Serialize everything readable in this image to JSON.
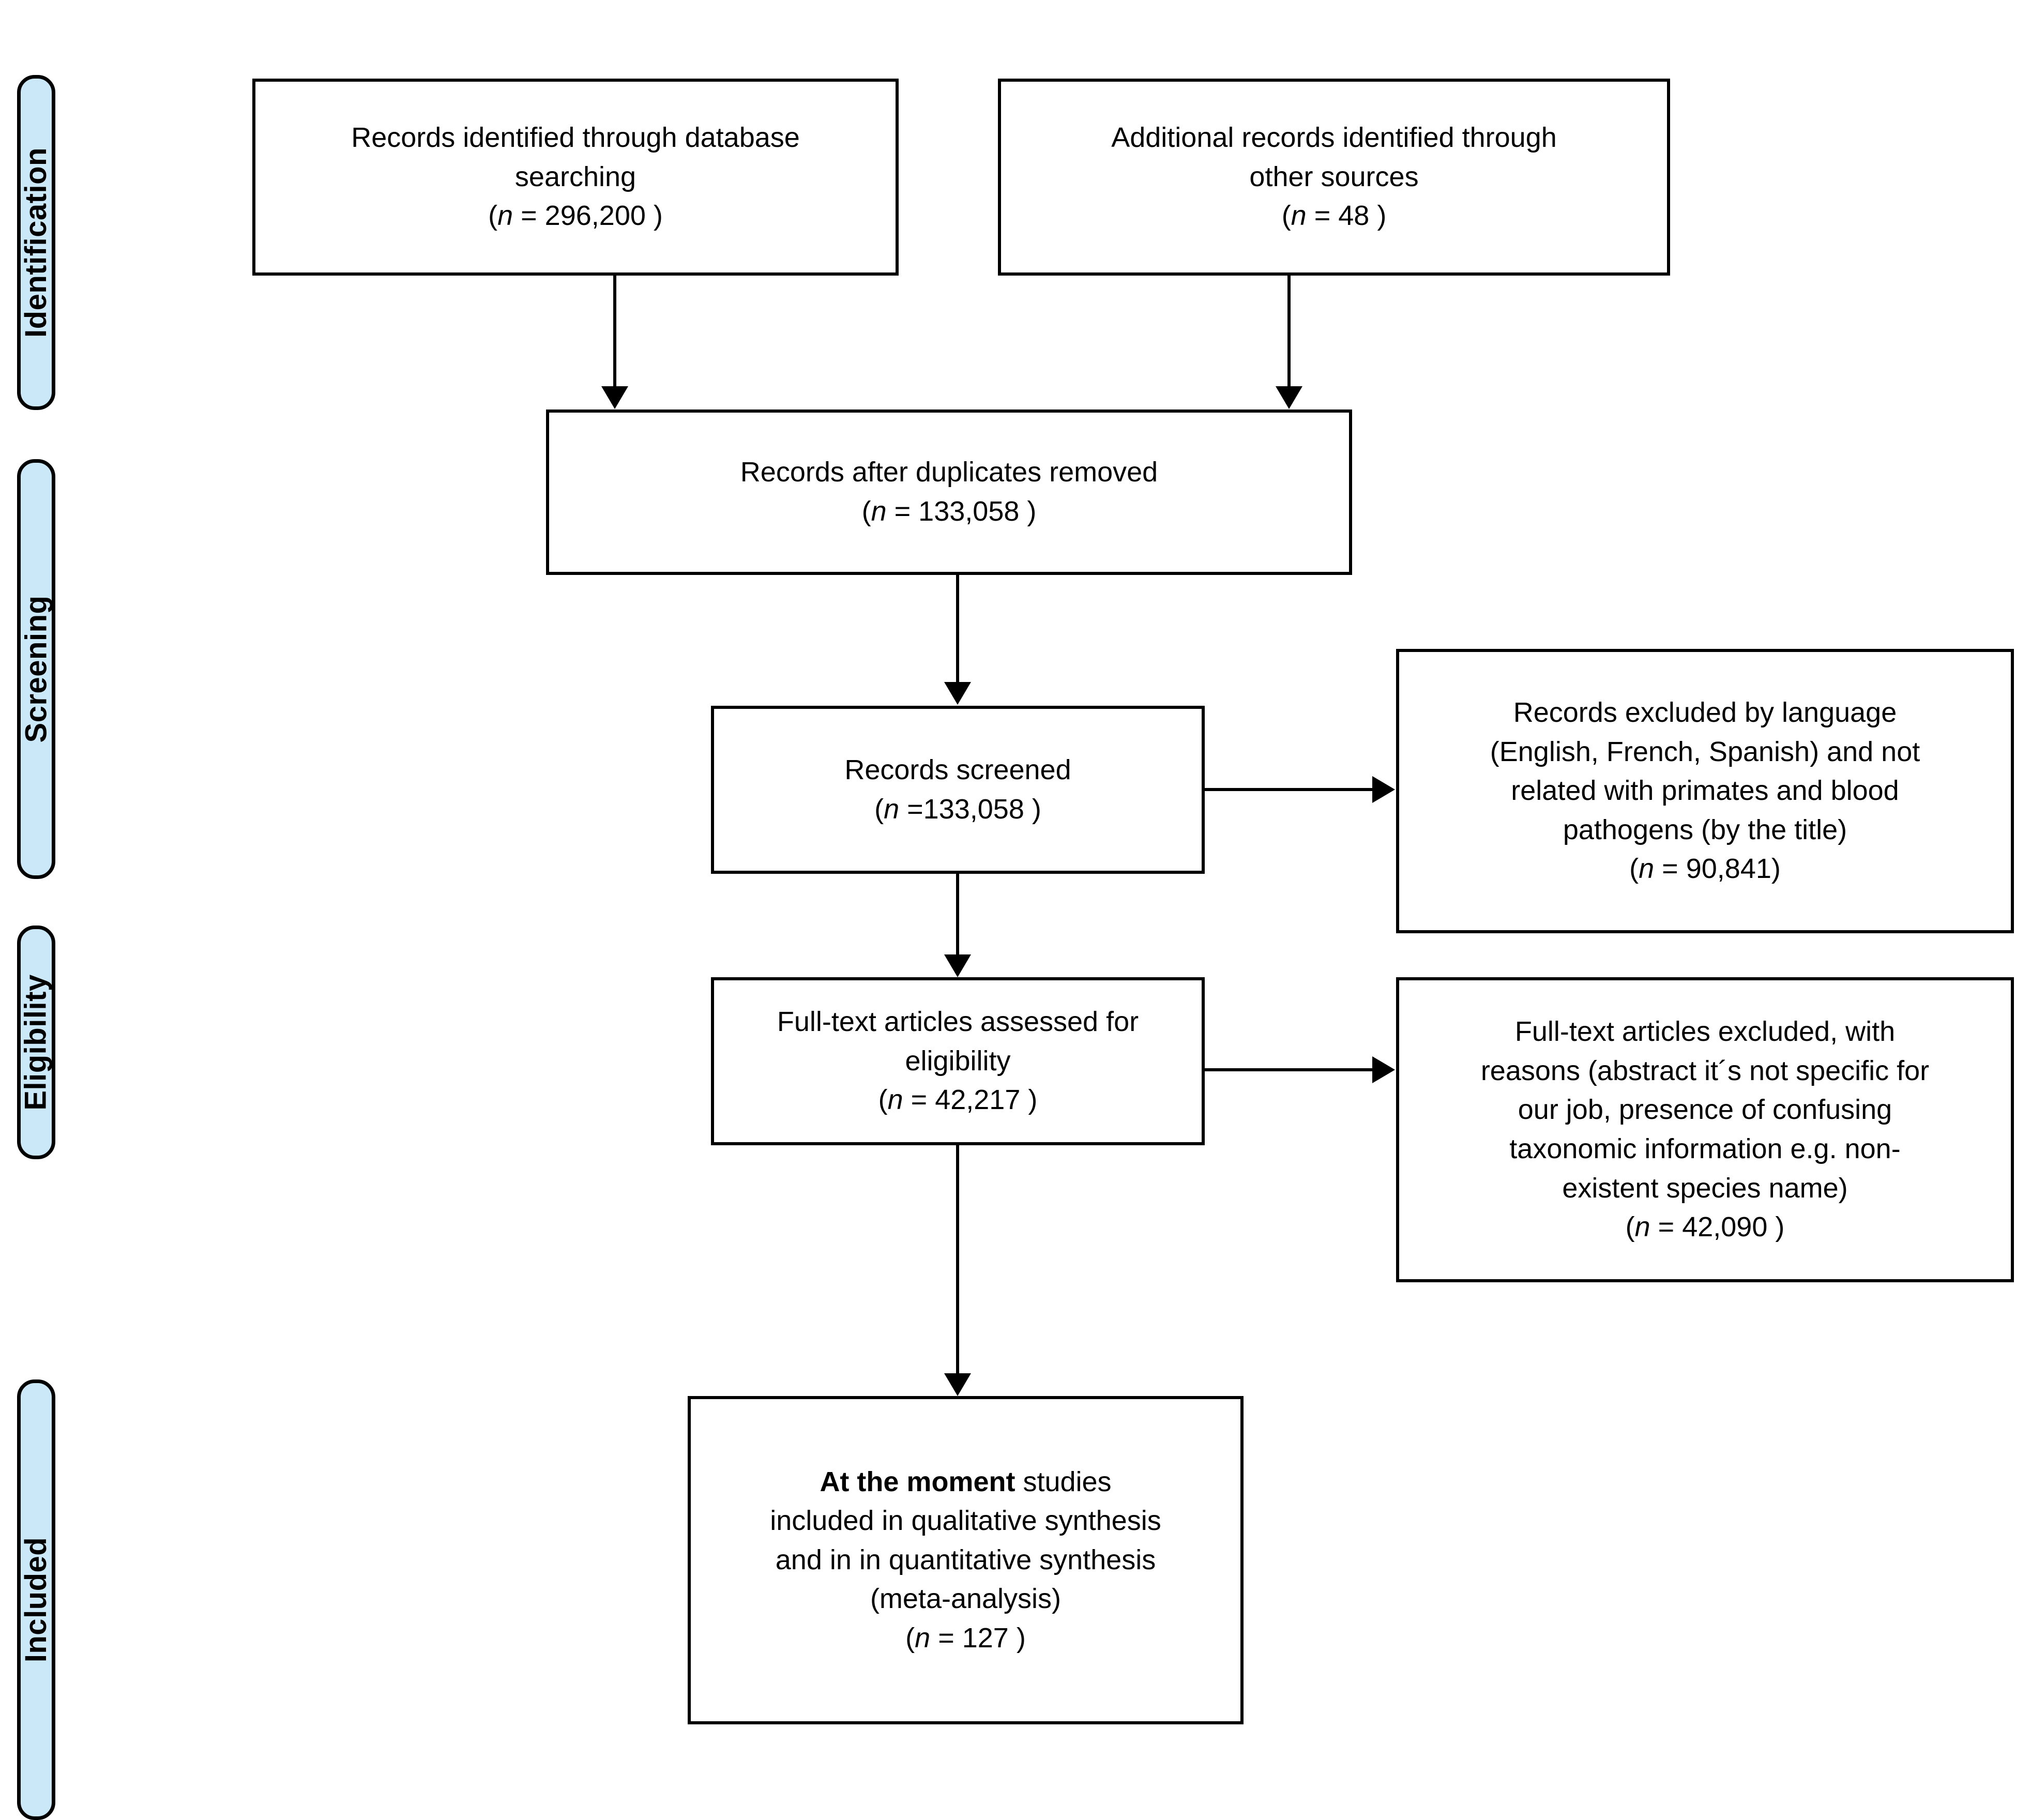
{
  "diagram": {
    "title": "PRISMA flow diagram",
    "type": "prisma-flow-diagram",
    "colors": {
      "phase_label_fill": "#cbe8f9",
      "border": "#000000",
      "box_fill": "#ffffff",
      "text": "#000000"
    }
  },
  "phases": [
    {
      "id": "identification",
      "label": "Identification"
    },
    {
      "id": "screening",
      "label": "Screening"
    },
    {
      "id": "eligibility",
      "label": "Eligibility"
    },
    {
      "id": "included",
      "label": "Included"
    }
  ],
  "boxes": {
    "db_search": {
      "line1": "Records identified through database",
      "line2": "searching",
      "count_prefix": "(",
      "count_var": "n",
      "count_value": " = 296,200  )",
      "n_label": "n = 296,200"
    },
    "other_sources": {
      "line1": "Additional records identified through",
      "line2": "other sources",
      "count_value": " = 48 )",
      "n_label": "n = 48"
    },
    "duplicates_removed": {
      "line1": "Records after duplicates removed",
      "count_value": " = 133,058  )",
      "n_label": "n = 133,058"
    },
    "records_screened": {
      "line1": "Records screened",
      "count_value": " =133,058   )",
      "n_label": "n = 133,058"
    },
    "excluded_language": {
      "line1": "Records excluded by language",
      "line2": "(English, French, Spanish) and not",
      "line3": "related with primates and blood",
      "line4": "pathogens (by the title)",
      "count_value": " = 90,841)",
      "n_label": "n = 90,841"
    },
    "fulltext_assessed": {
      "line1": "Full-text articles assessed for",
      "line2": "eligibility",
      "count_value": " =  42,217 )",
      "n_label": "n = 42,217"
    },
    "fulltext_excluded": {
      "line1": "Full-text articles excluded, with",
      "line2": "reasons (abstract it´s not specific for",
      "line3": "our job, presence of confusing",
      "line4": "taxonomic information e.g. non-",
      "line5": "existent species name)",
      "count_value": " =  42,090 )",
      "n_label": "n = 42,090"
    },
    "studies_included": {
      "bold_lead": "At the moment",
      "line1_rest": " studies",
      "line2": "included in qualitative synthesis",
      "line3": "and in in quantitative synthesis",
      "line4": "(meta-analysis)",
      "count_value": " = 127  )",
      "n_label": "n = 127"
    }
  },
  "chart_data": {
    "type": "table",
    "title": "PRISMA flow diagram record counts",
    "categories": [
      "Records identified through database searching",
      "Additional records identified through other sources",
      "Records after duplicates removed",
      "Records screened",
      "Records excluded by language (English, French, Spanish) and not related with primates and blood pathogens (by the title)",
      "Full-text articles assessed for eligibility",
      "Full-text articles excluded, with reasons (abstract it´s not specific for our job, presence of confusing taxonomic information e.g. non-existent species name)",
      "At the moment studies included in qualitative synthesis and in in quantitative synthesis (meta-analysis)"
    ],
    "values": [
      296200,
      48,
      133058,
      133058,
      90841,
      42217,
      42090,
      127
    ],
    "stages": [
      "Identification",
      "Identification",
      "Screening",
      "Screening",
      "Screening",
      "Eligibility",
      "Eligibility",
      "Included"
    ]
  }
}
